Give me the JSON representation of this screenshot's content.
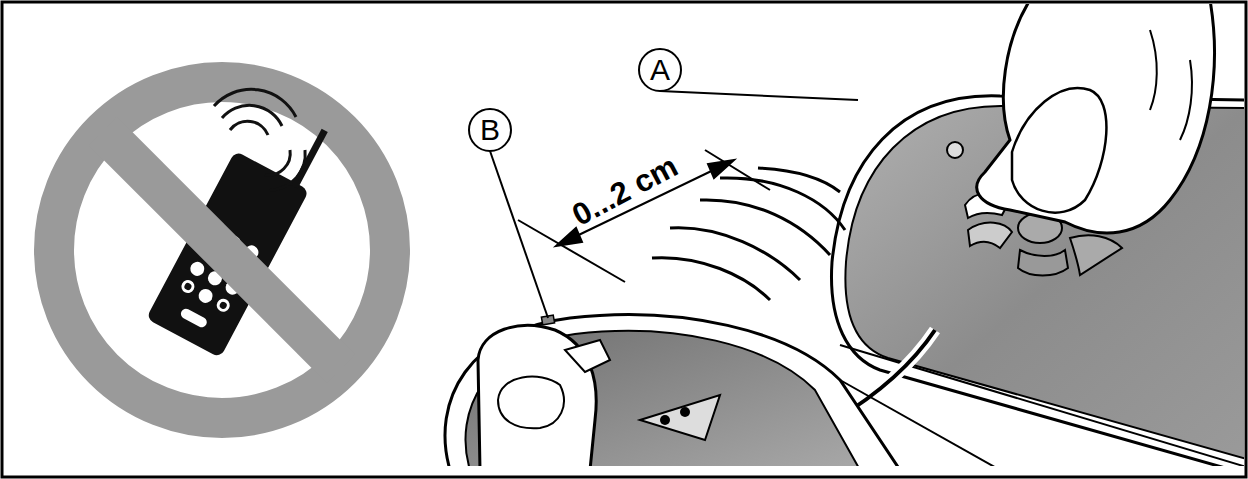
{
  "diagram": {
    "labels": [
      "B",
      "0...2 cm",
      "A"
    ]
  }
}
